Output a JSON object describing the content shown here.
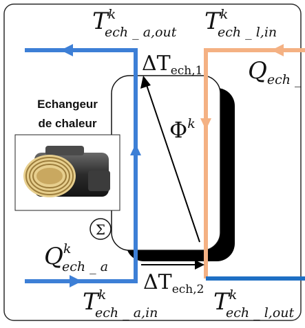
{
  "diagram": {
    "caption_line1": "Echangeur",
    "caption_line2": "de chaleur",
    "air_side": {
      "color": "#3d7fd6",
      "outlet_label": {
        "base": "T",
        "sup": "k",
        "sub": "ech _ a,out"
      },
      "inlet_label": {
        "base": "T",
        "sup": "k",
        "sub": "ech _ a,in"
      },
      "flow_label": {
        "base": "Q",
        "sup": "k",
        "sub": "ech _ a"
      }
    },
    "liquid_side": {
      "inflow_color": "#f4b183",
      "outflow_color": "#1e6fc4",
      "inlet_label": {
        "base": "T",
        "sup": "k",
        "sub": "ech _ l,in"
      },
      "outlet_label": {
        "base": "T",
        "sup": "k",
        "sub": "ech _ l,out"
      },
      "flow_label": {
        "base": "Q",
        "sub": "ech _ l"
      }
    },
    "delta_t1": {
      "base": "ΔT",
      "sub": "ech,1"
    },
    "delta_t2": {
      "base": "ΔT",
      "sub": "ech,2"
    },
    "heat_flux": {
      "base": "Φ",
      "sup": "k"
    },
    "sensor_icon": "sigma-symbol",
    "sensor_symbol": "Σ"
  }
}
